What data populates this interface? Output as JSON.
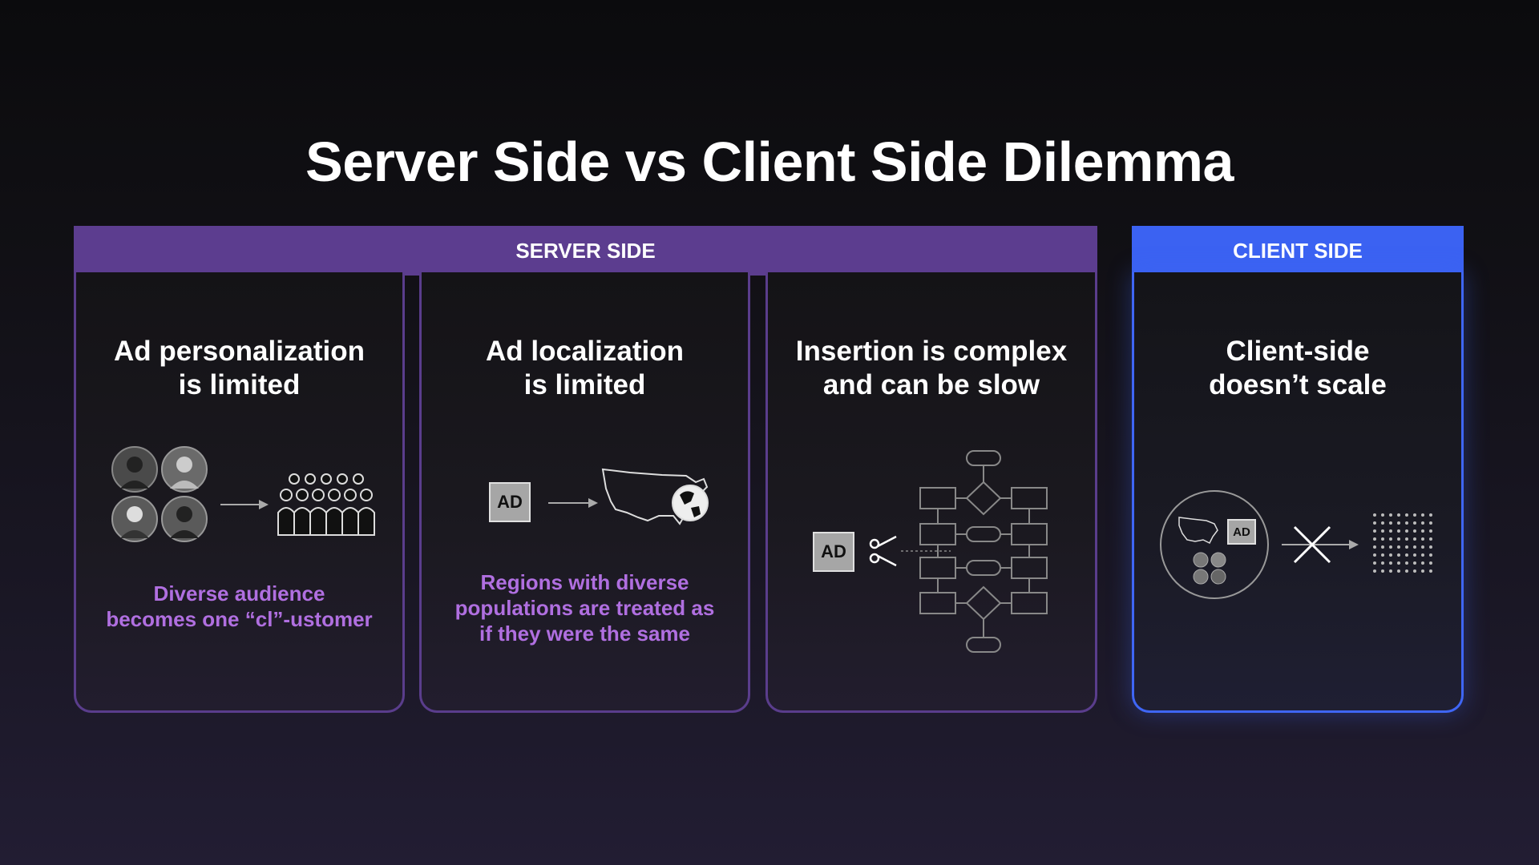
{
  "title": "Server Side vs Client Side Dilemma",
  "groups": {
    "server": "SERVER SIDE",
    "client": "CLIENT SIDE"
  },
  "cards": [
    {
      "title": "Ad personalization\nis limited",
      "note": "Diverse audience\nbecomes one “cl”-ustomer"
    },
    {
      "title": "Ad localization\nis limited",
      "note": "Regions with diverse\npopulations are treated as\nif they were the same",
      "ad_label": "AD"
    },
    {
      "title": "Insertion is complex\nand can be slow",
      "ad_label": "AD"
    },
    {
      "title": "Client-side\ndoesn’t scale",
      "ad_label": "AD"
    }
  ],
  "colors": {
    "server_accent": "#5c3d8f",
    "client_accent": "#3b62f2",
    "note_text": "#b06fe0"
  },
  "icons": [
    "person-avatar-icon",
    "crowd-icon",
    "arrow-right-icon",
    "us-map-icon",
    "globe-icon",
    "scissors-icon",
    "flowchart-icon",
    "blocked-x-icon",
    "dot-grid-icon"
  ]
}
